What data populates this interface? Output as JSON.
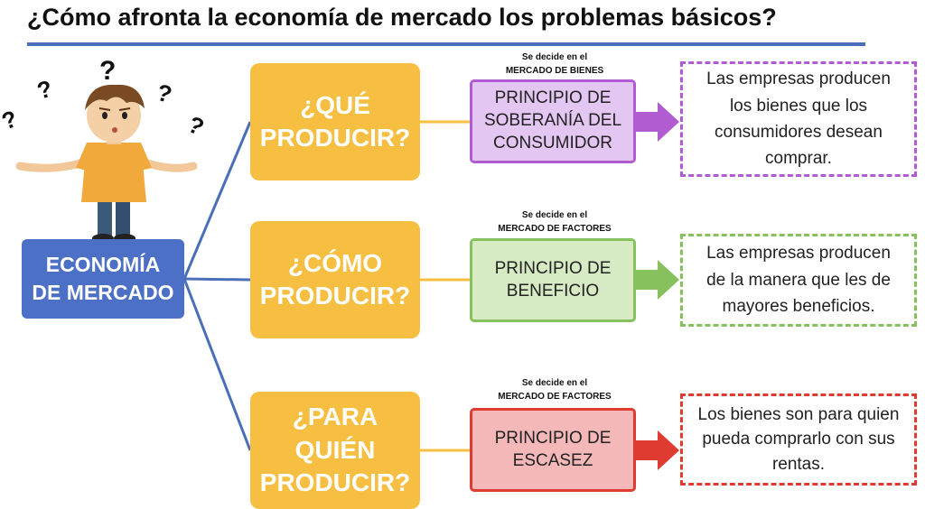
{
  "title": "¿Cómo afronta la economía de mercado los problemas básicos?",
  "colors": {
    "title_rule": "#4a6fb8",
    "economia_box": "#4b70c6",
    "question_box": "#f6bf41",
    "purple": "#b15cd1",
    "green": "#86c15d",
    "red": "#e03b31"
  },
  "economia": {
    "label_line1": "ECONOMÍA",
    "label_line2": "DE MERCADO"
  },
  "character": {
    "icon": "confused-boy-icon",
    "marks": [
      "?",
      "?",
      "?",
      "?",
      "?"
    ]
  },
  "rows": [
    {
      "question_lines": [
        "¿QUÉ",
        "PRODUCIR?"
      ],
      "note_line1": "Se decide en el",
      "note_line2": "MERCADO DE BIENES",
      "principle_lines": [
        "PRINCIPIO DE",
        "SOBERANÍA DEL",
        "CONSUMIDOR"
      ],
      "result_lines": [
        "Las empresas producen",
        "los bienes que los",
        "consumidores desean",
        "comprar."
      ],
      "color": "purple"
    },
    {
      "question_lines": [
        "¿CÓMO",
        "PRODUCIR?"
      ],
      "note_line1": "Se decide en el",
      "note_line2": "MERCADO DE FACTORES",
      "principle_lines": [
        "PRINCIPIO DE",
        "BENEFICIO"
      ],
      "result_lines": [
        "Las empresas producen",
        "de la manera que les de",
        "mayores beneficios."
      ],
      "color": "green"
    },
    {
      "question_lines": [
        "¿PARA",
        "QUIÉN",
        "PRODUCIR?"
      ],
      "note_line1": "Se decide en el",
      "note_line2": "MERCADO DE FACTORES",
      "principle_lines": [
        "PRINCIPIO DE",
        "ESCASEZ"
      ],
      "result_lines": [
        "Los bienes son para quien",
        "pueda comprarlo con sus",
        "rentas."
      ],
      "color": "red"
    }
  ]
}
